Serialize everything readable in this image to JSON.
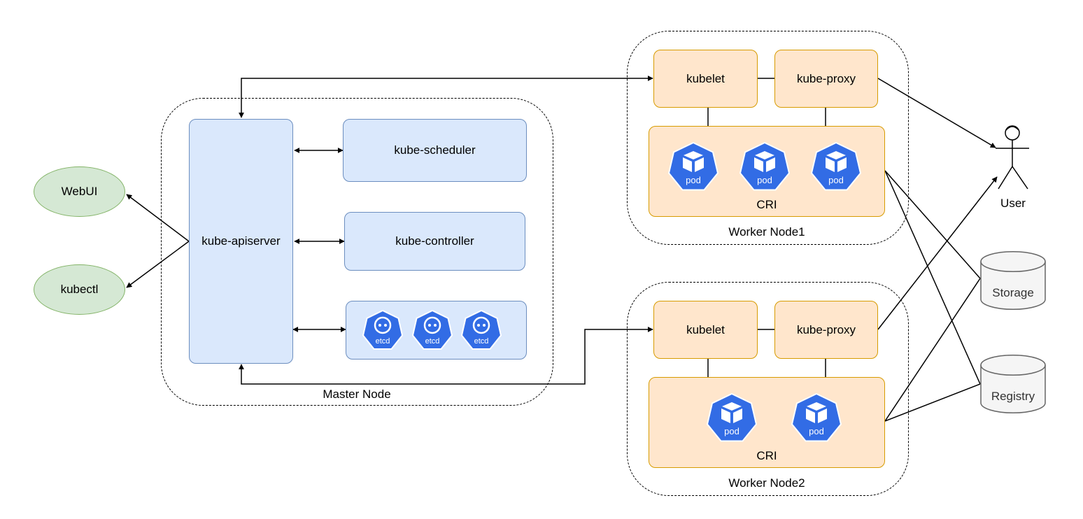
{
  "master": {
    "label": "Master Node",
    "apiserver": "kube-apiserver",
    "scheduler": "kube-scheduler",
    "controller": "kube-controller",
    "etcd": [
      "etcd",
      "etcd",
      "etcd"
    ]
  },
  "clients": {
    "webui": "WebUI",
    "kubectl": "kubectl"
  },
  "worker1": {
    "label": "Worker Node1",
    "kubelet": "kubelet",
    "proxy": "kube-proxy",
    "cri": "CRI",
    "pods": [
      "pod",
      "pod",
      "pod"
    ]
  },
  "worker2": {
    "label": "Worker Node2",
    "kubelet": "kubelet",
    "proxy": "kube-proxy",
    "cri": "CRI",
    "pods": [
      "pod",
      "pod"
    ]
  },
  "external": {
    "user": "User",
    "storage": "Storage",
    "registry": "Registry"
  },
  "colors": {
    "control_plane_fill": "#dae8fc",
    "control_plane_stroke": "#6c8ebf",
    "worker_fill": "#ffe6cc",
    "worker_stroke": "#d79b00",
    "client_fill": "#d5e8d4",
    "client_stroke": "#82b366",
    "db_fill": "#f5f5f5",
    "db_stroke": "#666666",
    "k8s_icon": "#326ce5"
  }
}
